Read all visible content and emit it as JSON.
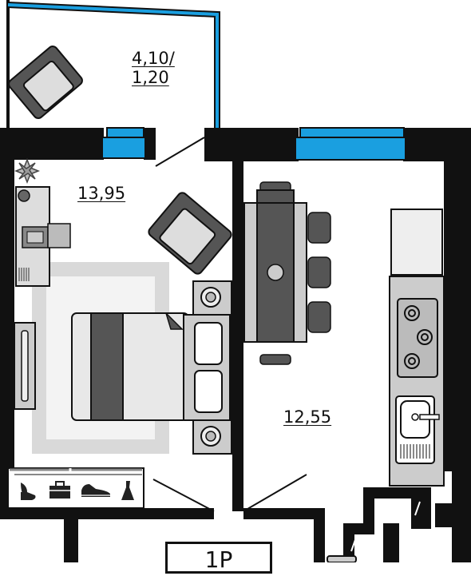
{
  "balcony": {
    "area": "4,10/",
    "area_line2": "1,20"
  },
  "living_room": {
    "area": "13,95"
  },
  "kitchen": {
    "area": "12,55"
  },
  "unit_type": "1Р",
  "colors": {
    "wall": "#111111",
    "window": "#1a9fe0",
    "furniture_dark": "#555555",
    "furniture_light": "#dddddd",
    "rug": "#d9d9d9"
  },
  "icons": [
    "high-heel-shoe-icon",
    "briefcase-icon",
    "sneaker-icon",
    "dress-icon",
    "plant-icon"
  ]
}
